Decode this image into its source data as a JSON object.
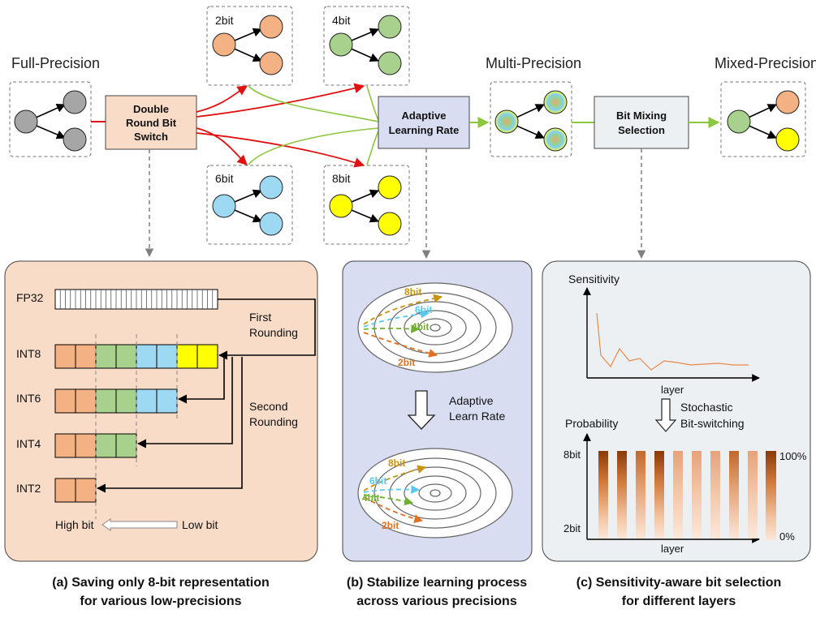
{
  "top": {
    "full_precision": "Full-Precision",
    "multi_precision": "Multi-Precision",
    "mixed_precision": "Mixed-Precision",
    "switch_box": [
      "Double",
      "Round Bit",
      "Switch"
    ],
    "alr_box": [
      "Adaptive",
      "Learning Rate"
    ],
    "bms_box": [
      "Bit Mixing",
      "Selection"
    ],
    "bit_2": "2bit",
    "bit_4": "4bit",
    "bit_6": "6bit",
    "bit_8": "8bit"
  },
  "panel_a": {
    "fp32": "FP32",
    "int8": "INT8",
    "int6": "INT6",
    "int4": "INT4",
    "int2": "INT2",
    "first_rounding": [
      "First",
      "Rounding"
    ],
    "second_rounding": [
      "Second",
      "Rounding"
    ],
    "high_bit": "High bit",
    "low_bit": "Low bit",
    "caption": [
      "(a) Saving only 8-bit representation",
      "for various low-precisions"
    ]
  },
  "panel_b": {
    "adaptive": [
      "Adaptive",
      "Learn Rate"
    ],
    "top_labels": [
      "8bit",
      "6bit",
      "4bit",
      "2bit"
    ],
    "bottom_labels": [
      "8bit",
      "6bit",
      "4bit",
      "2bit"
    ],
    "caption": [
      "(b) Stabilize learning process",
      "across various precisions"
    ]
  },
  "panel_c": {
    "sensitivity": "Sensitivity",
    "layer": "layer",
    "stochastic": [
      "Stochastic",
      "Bit-switching"
    ],
    "probability": "Probability",
    "y_top": "8bit",
    "y_bottom": "2bit",
    "pct_top": "100%",
    "pct_bottom": "0%",
    "layer2": "layer",
    "caption": [
      "(c) Sensitivity-aware bit selection",
      "for different layers"
    ]
  },
  "colors": {
    "gray": "#a6a6a6",
    "orange": "#f4b183",
    "green": "#a9d18e",
    "blue": "#9dd9f3",
    "yellow": "#ffff00",
    "red": "#e01010",
    "lightgreen": "#8cc63f",
    "panel_a_bg": "#f8dcc8",
    "panel_b_bg": "#d8ddf2",
    "panel_c_bg": "#edf0f3"
  }
}
